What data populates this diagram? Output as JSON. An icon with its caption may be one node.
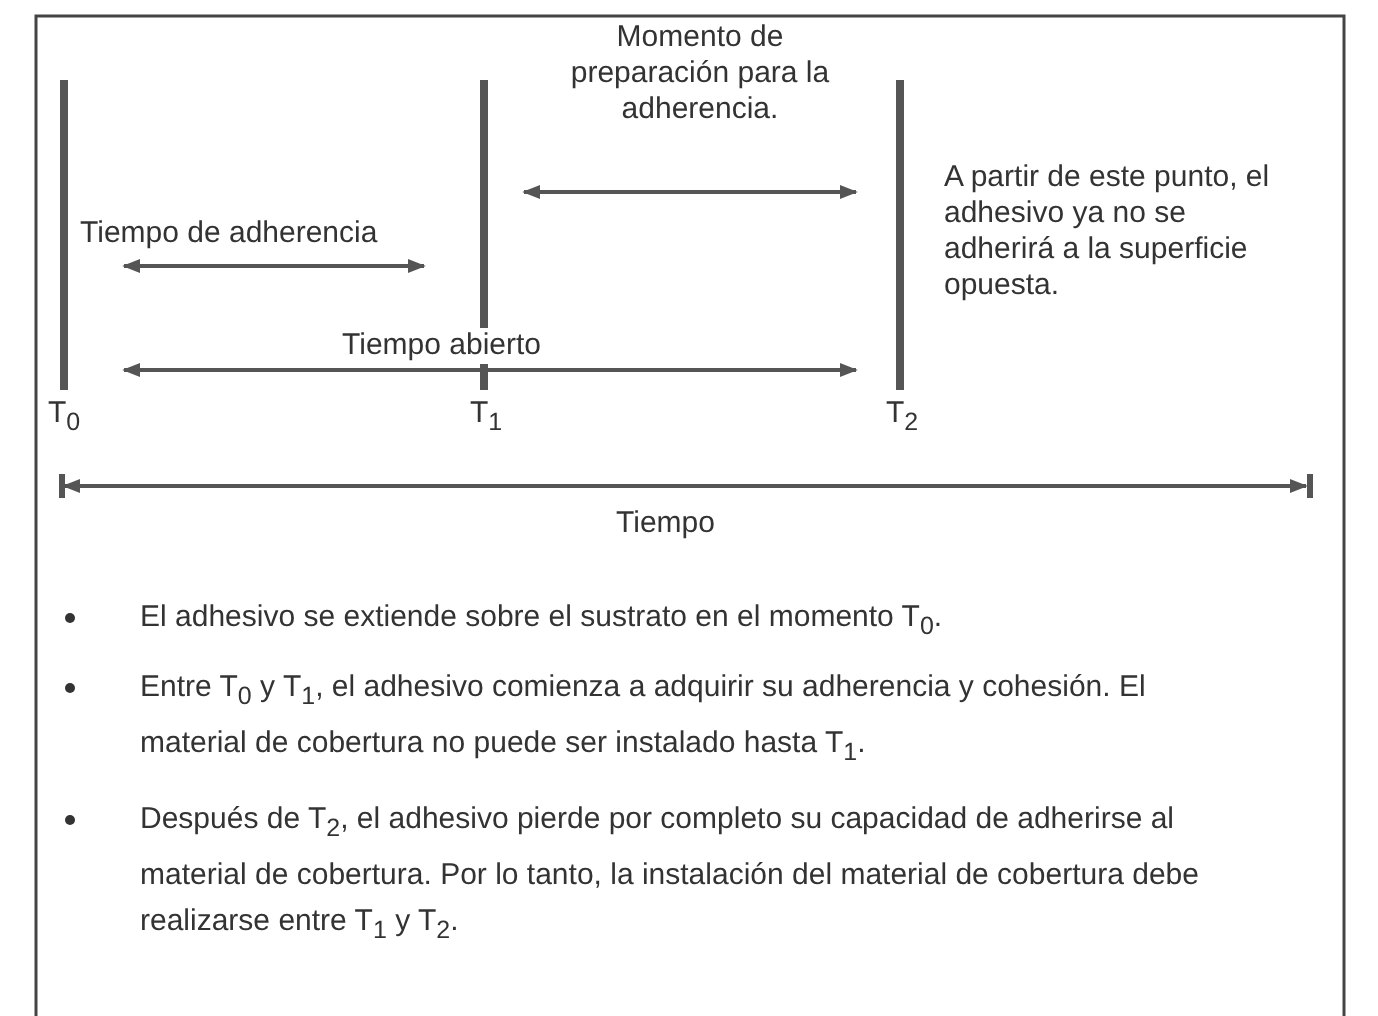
{
  "diagram": {
    "labels": [
      "Momento de preparación para la adherencia.",
      "Tiempo de adherencia",
      "A partir de este punto, el adhesivo ya no se adherirá a la superficie opuesta.",
      "Tiempo abierto",
      "T$_{0}$",
      "T$_{1}$",
      "T$_{2}$",
      "Tiempo",
      "El adhesivo se extiende sobre el sustrato en el momento T$_{0}$.",
      "Entre T$_{0}$ y T$_{1}$, el adhesivo comienza a adquirir su adherencia y cohesión. El material de cobertura no puede ser instalado hasta T$_{1}$.",
      "Después de T$_{2}$, el adhesivo pierde por completo su capacidad de adherirse al material de cobertura. Por lo tanto, la instalación del material de cobertura debe realizarse entre T$_{1}$ y T$_{2}$."
    ]
  }
}
